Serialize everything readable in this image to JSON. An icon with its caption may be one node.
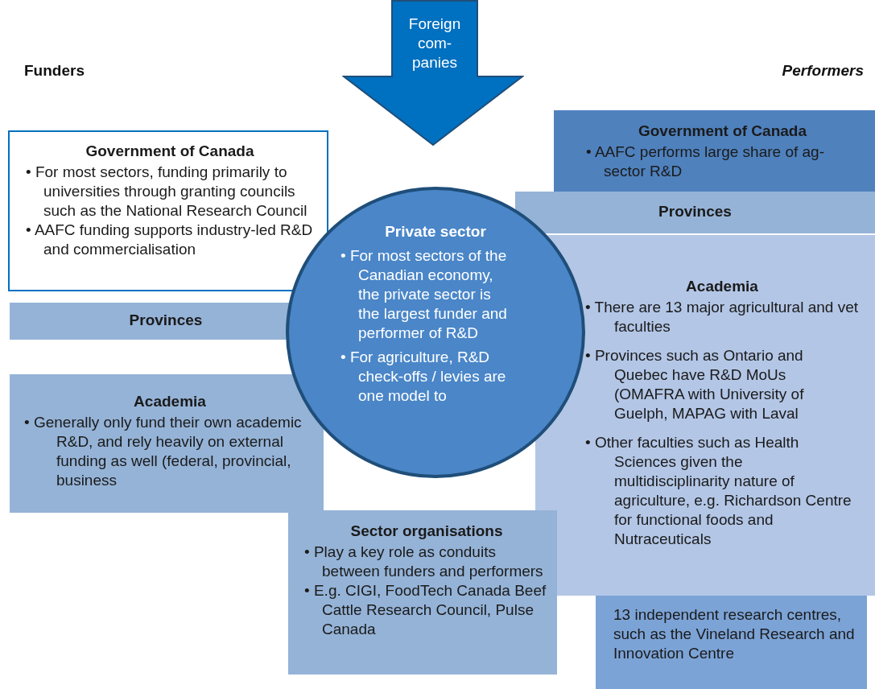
{
  "diagram": {
    "nodes": [
      {
        "text": [
          "Foreign com- panies"
        ]
      },
      {
        "text": [
          "Government of Canada",
          "• For most sectors, funding primarily to universities through granting councils such as the National Research Council",
          "• AAFC funding supports industry-led R&D and commercialisation"
        ]
      },
      {
        "text": [
          "Provinces"
        ]
      },
      {
        "text": [
          "Academia",
          "• Generally only fund their own academic R&D, and rely heavily on external funding as well (federal, provincial, business"
        ]
      },
      {
        "text": [
          "Private sector",
          "• For most sectors of the Canadian economy, the private sector is the largest funder and performer of R&D",
          "• For agriculture, R&D check-offs / levies are one model to"
        ]
      },
      {
        "text": [
          "Government of Canada",
          "• AAFC performs large share of ag-sector R&D"
        ]
      },
      {
        "text": [
          "Provinces"
        ]
      },
      {
        "text": [
          "Academia",
          "• There are 13 major agricultural and vet faculties",
          "• Provinces such as Ontario and Quebec have R&D MoUs (OMAFRA with University of Guelph, MAPAG with Laval",
          "• Other faculties such as Health Sciences given the multidisciplinarity nature of agriculture, e.g. Richardson Centre for functional foods and Nutraceuticals"
        ]
      },
      {
        "text": [
          "Sector organisations",
          "• Play a key role as conduits between funders and performers",
          "• E.g. CIGI, FoodTech Canada Beef Cattle Research Council, Pulse Canada"
        ]
      },
      {
        "text": [
          "13 independent research centres, such as the Vineland Research and Innovation Centre"
        ]
      }
    ],
    "edges": [],
    "labels": [
      "Funders",
      "Performers"
    ]
  }
}
